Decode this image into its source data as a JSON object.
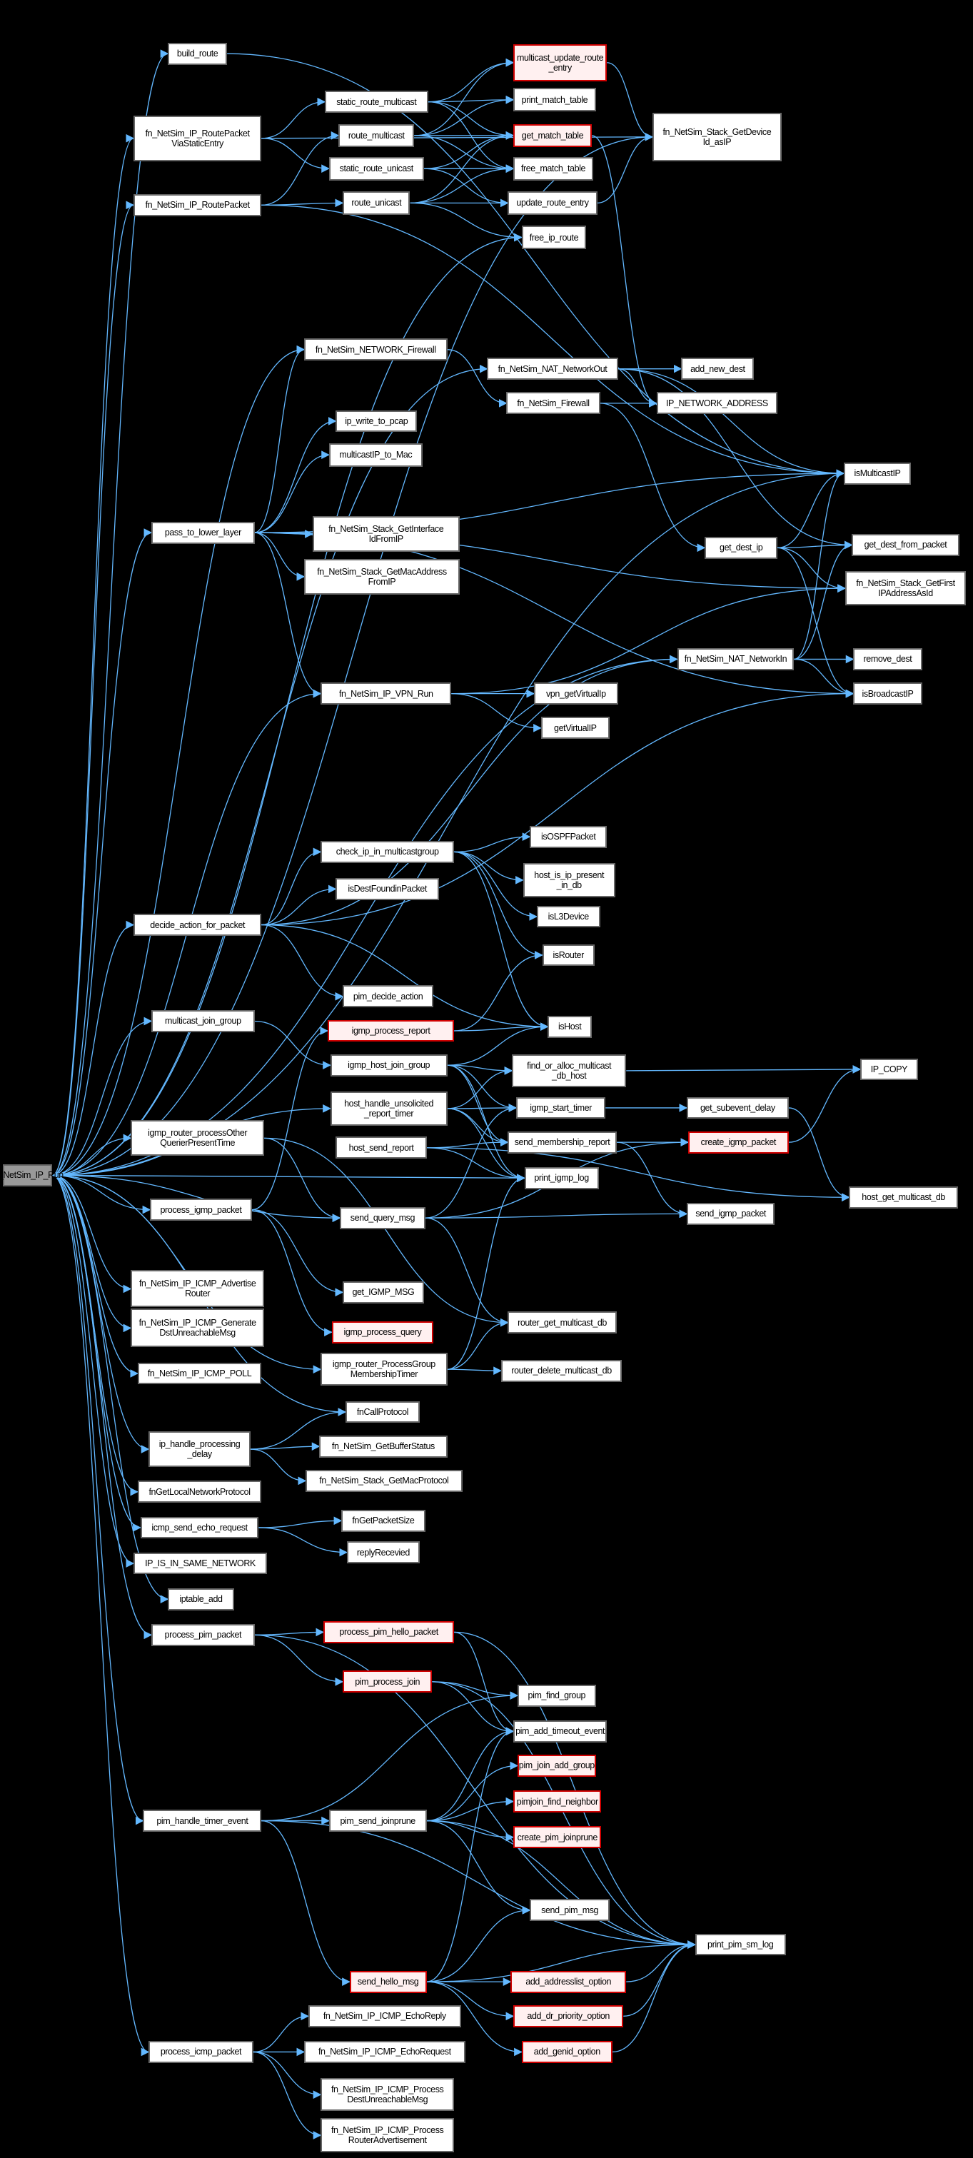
{
  "graph": {
    "root": "fn_NetSim_IP_Run",
    "edge_color": "#63b8ff",
    "truncated_border_color": "#d00000",
    "nodes": {
      "root": {
        "label": "fn_NetSim_IP_Run"
      },
      "build_route": {
        "label": "build_route"
      },
      "rp_static": {
        "label": "fn_NetSim_IP_RoutePacket\nViaStaticEntry"
      },
      "rp": {
        "label": "fn_NetSim_IP_RoutePacket"
      },
      "static_route_multicast": {
        "label": "static_route_multicast"
      },
      "route_multicast": {
        "label": "route_multicast"
      },
      "static_route_unicast": {
        "label": "static_route_unicast"
      },
      "route_unicast": {
        "label": "route_unicast"
      },
      "multicast_update_route_entry": {
        "label": "multicast_update_route\n_entry",
        "truncated": true
      },
      "print_match_table": {
        "label": "print_match_table"
      },
      "get_match_table": {
        "label": "get_match_table",
        "truncated": true
      },
      "free_match_table": {
        "label": "free_match_table"
      },
      "update_route_entry": {
        "label": "update_route_entry"
      },
      "free_ip_route": {
        "label": "free_ip_route"
      },
      "getdevid": {
        "label": "fn_NetSim_Stack_GetDevice\nId_asIP"
      },
      "net_firewall": {
        "label": "fn_NetSim_NETWORK_Firewall"
      },
      "nat_out": {
        "label": "fn_NetSim_NAT_NetworkOut"
      },
      "add_new_dest": {
        "label": "add_new_dest"
      },
      "firewall": {
        "label": "fn_NetSim_Firewall"
      },
      "ip_network_address": {
        "label": "IP_NETWORK_ADDRESS"
      },
      "ip_write_to_pcap": {
        "label": "ip_write_to_pcap"
      },
      "multicastip_to_mac": {
        "label": "multicastIP_to_Mac"
      },
      "ismulticastip": {
        "label": "isMulticastIP"
      },
      "pass_to_lower_layer": {
        "label": "pass_to_lower_layer"
      },
      "getifid": {
        "label": "fn_NetSim_Stack_GetInterface\nIdFromIP"
      },
      "getmac": {
        "label": "fn_NetSim_Stack_GetMacAddress\nFromIP"
      },
      "get_dest_ip": {
        "label": "get_dest_ip"
      },
      "get_dest_from_packet": {
        "label": "get_dest_from_packet"
      },
      "getfirstip": {
        "label": "fn_NetSim_Stack_GetFirst\nIPAddressAsId"
      },
      "nat_in": {
        "label": "fn_NetSim_NAT_NetworkIn"
      },
      "remove_dest": {
        "label": "remove_dest"
      },
      "isbroadcastip": {
        "label": "isBroadcastIP"
      },
      "vpn_run": {
        "label": "fn_NetSim_IP_VPN_Run"
      },
      "vpn_getvirtualip": {
        "label": "vpn_getVirtualIp"
      },
      "getvirtualip": {
        "label": "getVirtualIP"
      },
      "check_ip": {
        "label": "check_ip_in_multicastgroup"
      },
      "isospf": {
        "label": "isOSPFPacket"
      },
      "host_is_ip_present": {
        "label": "host_is_ip_present\n_in_db"
      },
      "isl3device": {
        "label": "isL3Device"
      },
      "isdestfound": {
        "label": "isDestFoundinPacket"
      },
      "decide_action": {
        "label": "decide_action_for_packet"
      },
      "isrouter": {
        "label": "isRouter"
      },
      "pim_decide_action": {
        "label": "pim_decide_action"
      },
      "multicast_join_group": {
        "label": "multicast_join_group"
      },
      "igmp_process_report": {
        "label": "igmp_process_report",
        "truncated": true
      },
      "ishost": {
        "label": "isHost"
      },
      "igmp_host_join_group": {
        "label": "igmp_host_join_group"
      },
      "find_or_alloc": {
        "label": "find_or_alloc_multicast\n_db_host"
      },
      "ip_copy": {
        "label": "IP_COPY"
      },
      "host_handle_unsolicited": {
        "label": "host_handle_unsolicited\n_report_timer"
      },
      "igmp_start_timer": {
        "label": "igmp_start_timer"
      },
      "get_subevent_delay": {
        "label": "get_subevent_delay"
      },
      "igmp_router_other": {
        "label": "igmp_router_processOther\nQuerierPresentTime"
      },
      "send_membership_report": {
        "label": "send_membership_report"
      },
      "create_igmp_packet": {
        "label": "create_igmp_packet",
        "truncated": true
      },
      "host_send_report": {
        "label": "host_send_report"
      },
      "print_igmp_log": {
        "label": "print_igmp_log"
      },
      "host_get_multicast_db": {
        "label": "host_get_multicast_db"
      },
      "process_igmp_packet": {
        "label": "process_igmp_packet"
      },
      "send_query_msg": {
        "label": "send_query_msg"
      },
      "send_igmp_packet": {
        "label": "send_igmp_packet"
      },
      "icmp_adv": {
        "label": "fn_NetSim_IP_ICMP_Advertise\nRouter"
      },
      "get_igmp_msg": {
        "label": "get_IGMP_MSG"
      },
      "icmp_gen_dst": {
        "label": "fn_NetSim_IP_ICMP_Generate\nDstUnreachableMsg"
      },
      "igmp_process_query": {
        "label": "igmp_process_query",
        "truncated": true
      },
      "router_get_multicast_db": {
        "label": "router_get_multicast_db"
      },
      "icmp_poll": {
        "label": "fn_NetSim_IP_ICMP_POLL"
      },
      "igmp_router_group_timer": {
        "label": "igmp_router_ProcessGroup\nMembershipTimer"
      },
      "router_delete_multicast_db": {
        "label": "router_delete_multicast_db"
      },
      "fncallprotocol": {
        "label": "fnCallProtocol"
      },
      "ip_handle_delay": {
        "label": "ip_handle_processing\n_delay"
      },
      "getbufferstatus": {
        "label": "fn_NetSim_GetBufferStatus"
      },
      "getmacprotocol": {
        "label": "fn_NetSim_Stack_GetMacProtocol"
      },
      "fngetlocalnetprotocol": {
        "label": "fnGetLocalNetworkProtocol"
      },
      "icmp_send_echo": {
        "label": "icmp_send_echo_request"
      },
      "fngetpacketsize": {
        "label": "fnGetPacketSize"
      },
      "replyrecevied": {
        "label": "replyRecevied"
      },
      "ip_same_network": {
        "label": "IP_IS_IN_SAME_NETWORK"
      },
      "iptable_add": {
        "label": "iptable_add"
      },
      "process_pim_packet": {
        "label": "process_pim_packet"
      },
      "process_pim_hello": {
        "label": "process_pim_hello_packet",
        "truncated": true
      },
      "pim_process_join": {
        "label": "pim_process_join",
        "truncated": true
      },
      "pim_find_group": {
        "label": "pim_find_group"
      },
      "pim_add_timeout_event": {
        "label": "pim_add_timeout_event"
      },
      "pim_join_add_group": {
        "label": "pim_join_add_group",
        "truncated": true
      },
      "pimjoin_find_neighbor": {
        "label": "pimjoin_find_neighbor",
        "truncated": true
      },
      "create_pim_joinprune": {
        "label": "create_pim_joinprune",
        "truncated": true
      },
      "pim_handle_timer": {
        "label": "pim_handle_timer_event"
      },
      "pim_send_joinprune": {
        "label": "pim_send_joinprune"
      },
      "send_pim_msg": {
        "label": "send_pim_msg"
      },
      "print_pim_sm_log": {
        "label": "print_pim_sm_log"
      },
      "send_hello_msg": {
        "label": "send_hello_msg",
        "truncated": true
      },
      "add_addresslist": {
        "label": "add_addresslist_option",
        "truncated": true
      },
      "add_dr_priority": {
        "label": "add_dr_priority_option",
        "truncated": true
      },
      "add_genid": {
        "label": "add_genid_option",
        "truncated": true
      },
      "icmp_echo_reply": {
        "label": "fn_NetSim_IP_ICMP_EchoReply"
      },
      "process_icmp_packet": {
        "label": "process_icmp_packet"
      },
      "icmp_echo_request": {
        "label": "fn_NetSim_IP_ICMP_EchoRequest"
      },
      "icmp_proc_dst": {
        "label": "fn_NetSim_IP_ICMP_Process\nDestUnreachableMsg"
      },
      "icmp_proc_adv": {
        "label": "fn_NetSim_IP_ICMP_Process\nRouterAdvertisement"
      }
    },
    "edges": [
      [
        "root",
        "build_route"
      ],
      [
        "root",
        "rp_static"
      ],
      [
        "root",
        "rp"
      ],
      [
        "root",
        "free_ip_route"
      ],
      [
        "root",
        "net_firewall"
      ],
      [
        "root",
        "nat_out"
      ],
      [
        "root",
        "pass_to_lower_layer"
      ],
      [
        "root",
        "vpn_run"
      ],
      [
        "root",
        "nat_in"
      ],
      [
        "root",
        "decide_action"
      ],
      [
        "root",
        "multicast_join_group"
      ],
      [
        "root",
        "igmp_router_other"
      ],
      [
        "root",
        "host_handle_unsolicited"
      ],
      [
        "root",
        "process_igmp_packet"
      ],
      [
        "root",
        "send_query_msg"
      ],
      [
        "root",
        "print_igmp_log"
      ],
      [
        "root",
        "icmp_adv"
      ],
      [
        "root",
        "icmp_gen_dst"
      ],
      [
        "root",
        "icmp_poll"
      ],
      [
        "root",
        "fncallprotocol"
      ],
      [
        "root",
        "ip_handle_delay"
      ],
      [
        "root",
        "fngetlocalnetprotocol"
      ],
      [
        "root",
        "icmp_send_echo"
      ],
      [
        "root",
        "ip_same_network"
      ],
      [
        "root",
        "iptable_add"
      ],
      [
        "root",
        "process_pim_packet"
      ],
      [
        "root",
        "pim_handle_timer"
      ],
      [
        "root",
        "process_icmp_packet"
      ],
      [
        "root",
        "igmp_router_group_timer"
      ],
      [
        "root",
        "getdevid"
      ],
      [
        "root",
        "ismulticastip"
      ],
      [
        "build_route",
        "ismulticastip"
      ],
      [
        "rp_static",
        "static_route_multicast"
      ],
      [
        "rp_static",
        "static_route_unicast"
      ],
      [
        "rp_static",
        "getdevid"
      ],
      [
        "rp",
        "route_unicast"
      ],
      [
        "rp",
        "route_multicast"
      ],
      [
        "rp",
        "ismulticastip"
      ],
      [
        "static_route_multicast",
        "multicast_update_route_entry"
      ],
      [
        "static_route_multicast",
        "print_match_table"
      ],
      [
        "static_route_multicast",
        "get_match_table"
      ],
      [
        "static_route_multicast",
        "free_match_table"
      ],
      [
        "route_multicast",
        "multicast_update_route_entry"
      ],
      [
        "route_multicast",
        "print_match_table"
      ],
      [
        "route_multicast",
        "get_match_table"
      ],
      [
        "route_multicast",
        "free_match_table"
      ],
      [
        "static_route_unicast",
        "get_match_table"
      ],
      [
        "static_route_unicast",
        "free_match_table"
      ],
      [
        "static_route_unicast",
        "update_route_entry"
      ],
      [
        "route_unicast",
        "get_match_table"
      ],
      [
        "route_unicast",
        "free_match_table"
      ],
      [
        "route_unicast",
        "update_route_entry"
      ],
      [
        "route_unicast",
        "free_ip_route"
      ],
      [
        "multicast_update_route_entry",
        "getdevid"
      ],
      [
        "get_match_table",
        "ip_network_address"
      ],
      [
        "update_route_entry",
        "getdevid"
      ],
      [
        "net_firewall",
        "firewall"
      ],
      [
        "nat_out",
        "add_new_dest"
      ],
      [
        "nat_out",
        "ip_network_address"
      ],
      [
        "nat_out",
        "ismulticastip"
      ],
      [
        "nat_out",
        "get_dest_from_packet"
      ],
      [
        "firewall",
        "ip_network_address"
      ],
      [
        "firewall",
        "get_dest_ip"
      ],
      [
        "pass_to_lower_layer",
        "net_firewall"
      ],
      [
        "pass_to_lower_layer",
        "ip_write_to_pcap"
      ],
      [
        "pass_to_lower_layer",
        "multicastip_to_mac"
      ],
      [
        "pass_to_lower_layer",
        "ismulticastip"
      ],
      [
        "pass_to_lower_layer",
        "getifid"
      ],
      [
        "pass_to_lower_layer",
        "getmac"
      ],
      [
        "pass_to_lower_layer",
        "getfirstip"
      ],
      [
        "pass_to_lower_layer",
        "isbroadcastip"
      ],
      [
        "pass_to_lower_layer",
        "vpn_run"
      ],
      [
        "get_dest_ip",
        "get_dest_from_packet"
      ],
      [
        "get_dest_ip",
        "getfirstip"
      ],
      [
        "get_dest_ip",
        "isbroadcastip"
      ],
      [
        "get_dest_ip",
        "ismulticastip"
      ],
      [
        "nat_in",
        "remove_dest"
      ],
      [
        "nat_in",
        "isbroadcastip"
      ],
      [
        "nat_in",
        "ismulticastip"
      ],
      [
        "nat_in",
        "get_dest_from_packet"
      ],
      [
        "vpn_run",
        "vpn_getvirtualip"
      ],
      [
        "vpn_run",
        "getvirtualip"
      ],
      [
        "vpn_run",
        "getfirstip"
      ],
      [
        "decide_action",
        "check_ip"
      ],
      [
        "decide_action",
        "isdestfound"
      ],
      [
        "decide_action",
        "pim_decide_action"
      ],
      [
        "decide_action",
        "ishost"
      ],
      [
        "decide_action",
        "isbroadcastip"
      ],
      [
        "decide_action",
        "nat_in"
      ],
      [
        "check_ip",
        "isospf"
      ],
      [
        "check_ip",
        "host_is_ip_present"
      ],
      [
        "check_ip",
        "isl3device"
      ],
      [
        "check_ip",
        "isrouter"
      ],
      [
        "check_ip",
        "ishost"
      ],
      [
        "multicast_join_group",
        "igmp_host_join_group"
      ],
      [
        "igmp_process_report",
        "isrouter"
      ],
      [
        "igmp_process_report",
        "ishost"
      ],
      [
        "igmp_host_join_group",
        "ishost"
      ],
      [
        "igmp_host_join_group",
        "find_or_alloc"
      ],
      [
        "igmp_host_join_group",
        "igmp_start_timer"
      ],
      [
        "igmp_host_join_group",
        "send_membership_report"
      ],
      [
        "igmp_host_join_group",
        "print_igmp_log"
      ],
      [
        "find_or_alloc",
        "ip_copy"
      ],
      [
        "host_handle_unsolicited",
        "find_or_alloc"
      ],
      [
        "host_handle_unsolicited",
        "igmp_start_timer"
      ],
      [
        "host_handle_unsolicited",
        "send_membership_report"
      ],
      [
        "host_handle_unsolicited",
        "print_igmp_log"
      ],
      [
        "igmp_start_timer",
        "get_subevent_delay"
      ],
      [
        "get_subevent_delay",
        "host_get_multicast_db"
      ],
      [
        "send_membership_report",
        "create_igmp_packet"
      ],
      [
        "send_membership_report",
        "send_igmp_packet"
      ],
      [
        "create_igmp_packet",
        "ip_copy"
      ],
      [
        "host_send_report",
        "send_membership_report"
      ],
      [
        "host_send_report",
        "print_igmp_log"
      ],
      [
        "host_send_report",
        "host_get_multicast_db"
      ],
      [
        "igmp_router_other",
        "send_query_msg"
      ],
      [
        "igmp_router_other",
        "router_get_multicast_db"
      ],
      [
        "process_igmp_packet",
        "igmp_process_report"
      ],
      [
        "process_igmp_packet",
        "get_igmp_msg"
      ],
      [
        "process_igmp_packet",
        "igmp_process_query"
      ],
      [
        "send_query_msg",
        "create_igmp_packet"
      ],
      [
        "send_query_msg",
        "send_igmp_packet"
      ],
      [
        "send_query_msg",
        "igmp_start_timer"
      ],
      [
        "send_query_msg",
        "router_get_multicast_db"
      ],
      [
        "igmp_router_group_timer",
        "router_get_multicast_db"
      ],
      [
        "igmp_router_group_timer",
        "router_delete_multicast_db"
      ],
      [
        "igmp_router_group_timer",
        "print_igmp_log"
      ],
      [
        "ip_handle_delay",
        "fncallprotocol"
      ],
      [
        "ip_handle_delay",
        "getbufferstatus"
      ],
      [
        "ip_handle_delay",
        "getmacprotocol"
      ],
      [
        "icmp_send_echo",
        "fngetpacketsize"
      ],
      [
        "icmp_send_echo",
        "replyrecevied"
      ],
      [
        "process_pim_packet",
        "process_pim_hello"
      ],
      [
        "process_pim_packet",
        "pim_process_join"
      ],
      [
        "process_pim_packet",
        "print_pim_sm_log"
      ],
      [
        "process_pim_hello",
        "pim_add_timeout_event"
      ],
      [
        "process_pim_hello",
        "print_pim_sm_log"
      ],
      [
        "pim_process_join",
        "pim_find_group"
      ],
      [
        "pim_process_join",
        "pim_add_timeout_event"
      ],
      [
        "pim_process_join",
        "print_pim_sm_log"
      ],
      [
        "pim_handle_timer",
        "pim_send_joinprune"
      ],
      [
        "pim_handle_timer",
        "pim_find_group"
      ],
      [
        "pim_handle_timer",
        "send_hello_msg"
      ],
      [
        "pim_handle_timer",
        "print_pim_sm_log"
      ],
      [
        "pim_send_joinprune",
        "pim_add_timeout_event"
      ],
      [
        "pim_send_joinprune",
        "pim_join_add_group"
      ],
      [
        "pim_send_joinprune",
        "pimjoin_find_neighbor"
      ],
      [
        "pim_send_joinprune",
        "create_pim_joinprune"
      ],
      [
        "pim_send_joinprune",
        "send_pim_msg"
      ],
      [
        "pim_send_joinprune",
        "print_pim_sm_log"
      ],
      [
        "send_hello_msg",
        "send_pim_msg"
      ],
      [
        "send_hello_msg",
        "add_addresslist"
      ],
      [
        "send_hello_msg",
        "add_dr_priority"
      ],
      [
        "send_hello_msg",
        "add_genid"
      ],
      [
        "send_hello_msg",
        "pim_add_timeout_event"
      ],
      [
        "send_hello_msg",
        "print_pim_sm_log"
      ],
      [
        "add_addresslist",
        "print_pim_sm_log"
      ],
      [
        "add_dr_priority",
        "print_pim_sm_log"
      ],
      [
        "add_genid",
        "print_pim_sm_log"
      ],
      [
        "process_icmp_packet",
        "icmp_echo_reply"
      ],
      [
        "process_icmp_packet",
        "icmp_echo_request"
      ],
      [
        "process_icmp_packet",
        "icmp_proc_dst"
      ],
      [
        "process_icmp_packet",
        "icmp_proc_adv"
      ]
    ]
  }
}
